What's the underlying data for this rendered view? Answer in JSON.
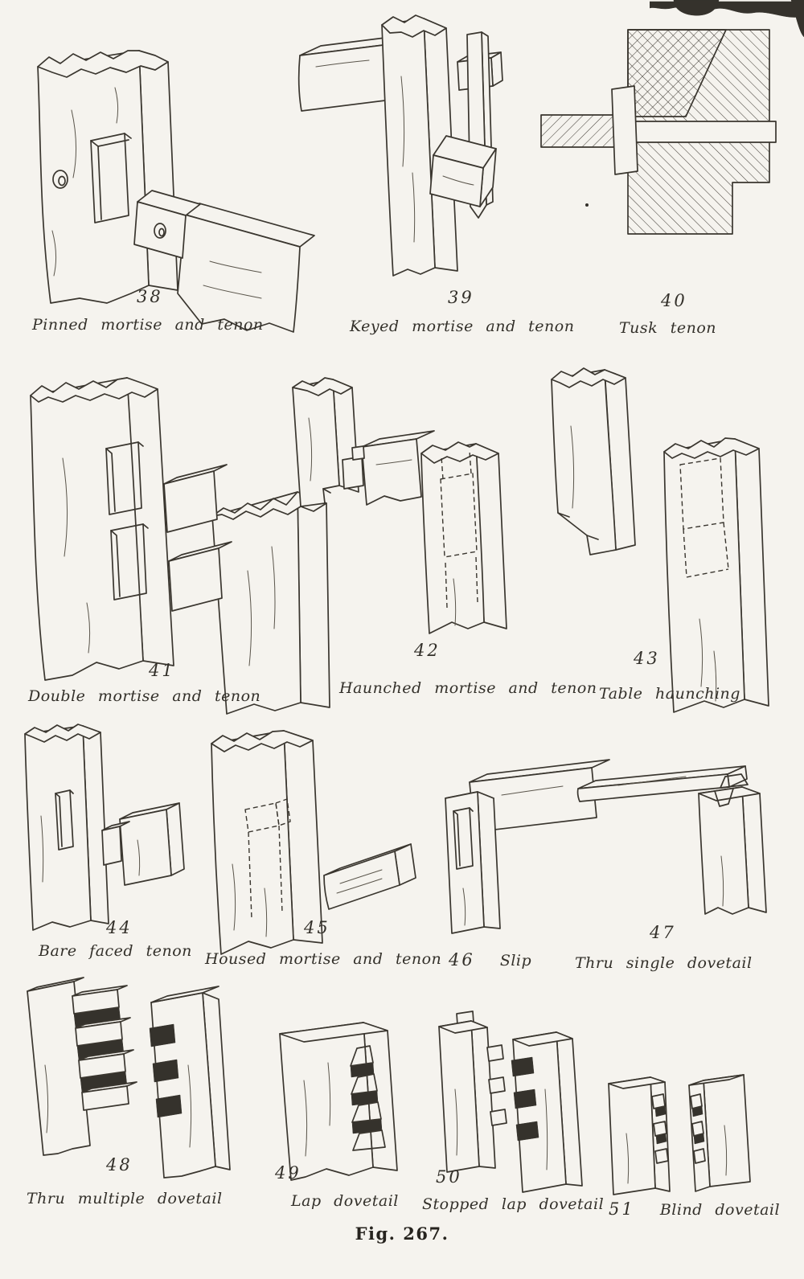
{
  "page": {
    "caption": "Fig. 267.",
    "paper_color": "#f5f3ee",
    "ink_color": "#3a362f"
  },
  "figures": [
    {
      "number": "38",
      "label": "Pinned mortise and tenon"
    },
    {
      "number": "39",
      "label": "Keyed mortise and tenon"
    },
    {
      "number": "40",
      "label": "Tusk tenon"
    },
    {
      "number": "41",
      "label": "Double mortise and tenon"
    },
    {
      "number": "42",
      "label": "Haunched mortise and tenon"
    },
    {
      "number": "43",
      "label": "Table haunching"
    },
    {
      "number": "44",
      "label": "Bare faced tenon"
    },
    {
      "number": "45",
      "label": "Housed mortise and tenon"
    },
    {
      "number": "46",
      "label": "Slip"
    },
    {
      "number": "47",
      "label": "Thru single dovetail"
    },
    {
      "number": "48",
      "label": "Thru multiple dovetail"
    },
    {
      "number": "49",
      "label": "Lap dovetail"
    },
    {
      "number": "50",
      "label": "Stopped lap dovetail"
    },
    {
      "number": "51",
      "label": "Blind dovetail"
    }
  ]
}
